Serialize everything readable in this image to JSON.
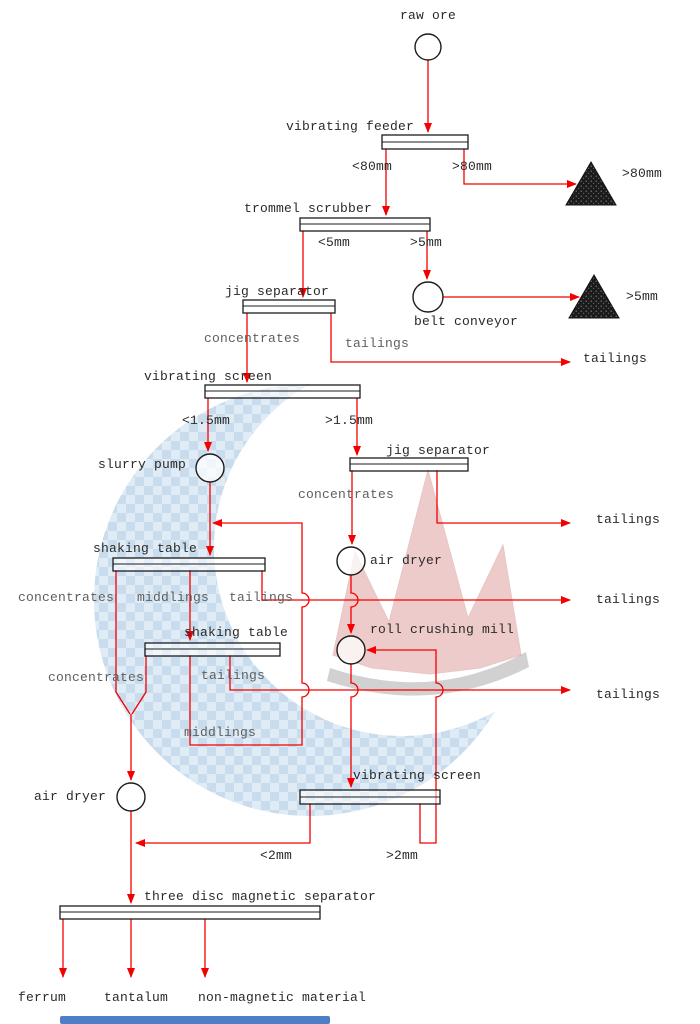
{
  "colors": {
    "arrow_red": "#f40000",
    "text_dark": "#2a2a2a",
    "shape_stroke": "#1c1c1c",
    "watermark_blue_light": "#dce9f5",
    "watermark_blue": "#c3d9ec",
    "watermark_pink": "#d98b8b",
    "watermark_gray": "#9a9a9a",
    "banner_blue": "#4d7fc9"
  },
  "labels": {
    "raw_ore": "raw ore",
    "vibrating_feeder": "vibrating feeder",
    "lt80mm": "<80mm",
    "gt80mm": ">80mm",
    "gt80mm_pile": ">80mm",
    "trommel_scrubber": "trommel scrubber",
    "lt5mm": "<5mm",
    "gt5mm": ">5mm",
    "belt_conveyor": "belt conveyor",
    "gt5mm_pile": ">5mm",
    "jig_separator_1": "jig separator",
    "concentrates_jig1": "concentrates",
    "tailings_jig1": "tailings",
    "tailings_out1": "tailings",
    "vibrating_screen_1": "vibrating screen",
    "lt1_5mm": "<1.5mm",
    "gt1_5mm": ">1.5mm",
    "slurry_pump": "slurry pump",
    "jig_separator_2": "jig separator",
    "concentrates_jig2": "concentrates",
    "tailings_out2": "tailings",
    "air_dryer_right": "air dryer",
    "roll_crushing_mill": "roll crushing mill",
    "shaking_table_1": "shaking table",
    "concentrates_t1": "concentrates",
    "middlings_t1": "middlings",
    "tailings_t1": "tailings",
    "tailings_out3": "tailings",
    "shaking_table_2": "shaking table",
    "concentrates_t2": "concentrates",
    "tailings_t2": "tailings",
    "tailings_out4": "tailings",
    "middlings_t2": "middlings",
    "air_dryer_left": "air dryer",
    "vibrating_screen_2": "vibrating screen",
    "lt2mm": "<2mm",
    "gt2mm": ">2mm",
    "three_disc": "three disc magnetic separator",
    "ferrum": "ferrum",
    "tantalum": "tantalum",
    "non_magnetic": "non-magnetic material"
  }
}
